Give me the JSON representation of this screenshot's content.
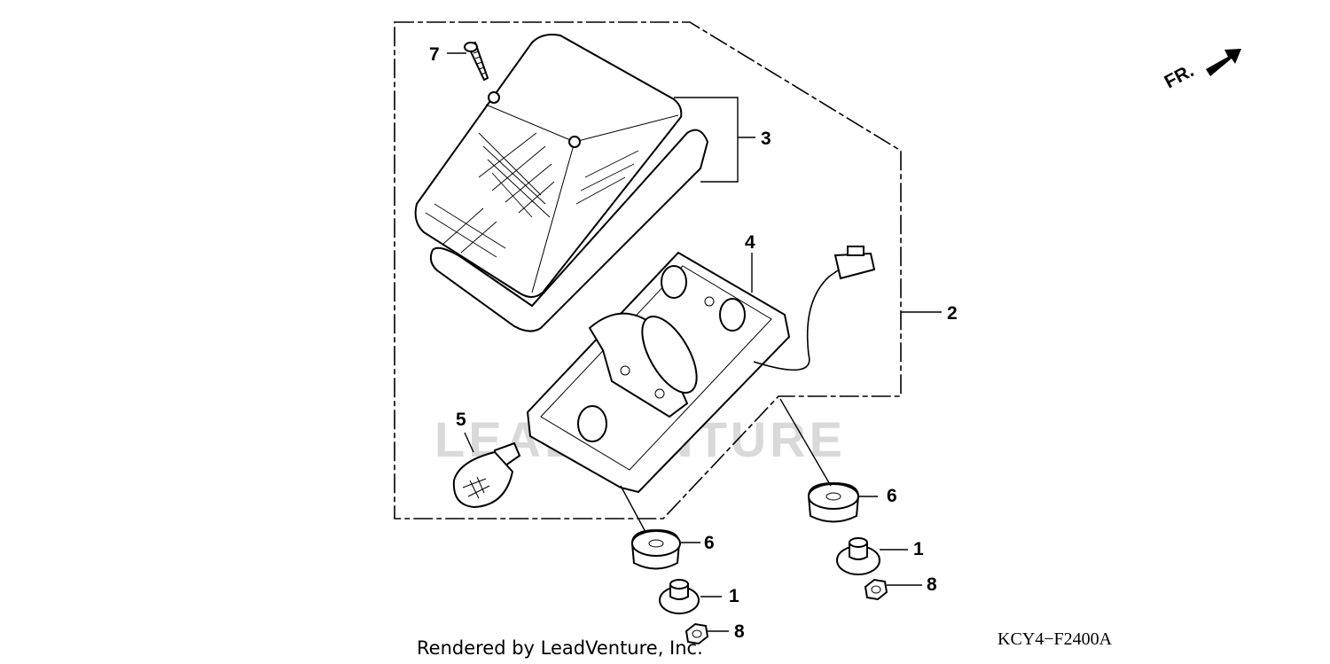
{
  "diagram": {
    "watermark": "LEADVENTURE",
    "direction_label": "FR.",
    "diagram_code": "KCY4−F2400A",
    "credit": "Rendered by LeadVenture, Inc.",
    "callouts": {
      "lens_screw": "7",
      "lens": "3",
      "housing": "4",
      "taillight_assy": "2",
      "bulb": "5",
      "grommet_right": "6",
      "grommet_left": "6",
      "collar_right": "1",
      "collar_left": "1",
      "nut_right": "8",
      "nut_left": "8"
    }
  }
}
